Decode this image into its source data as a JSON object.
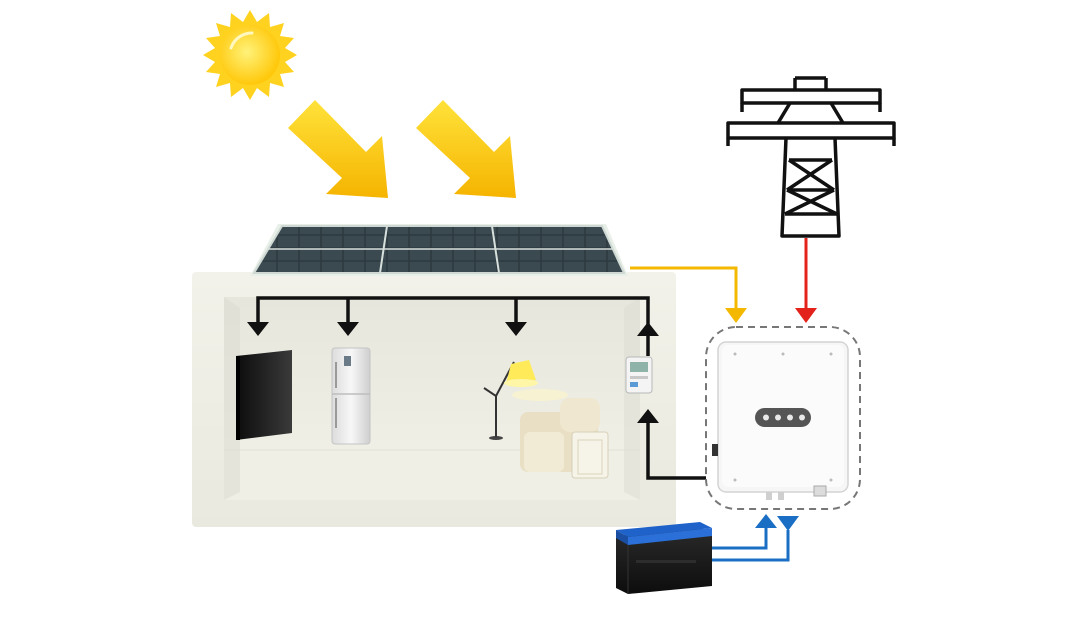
{
  "diagram": {
    "components": [
      {
        "id": "sun",
        "icon": "sun-icon"
      },
      {
        "id": "sunlight",
        "icon": "arrow-icon"
      },
      {
        "id": "solar-panel",
        "icon": "solar-panel-icon"
      },
      {
        "id": "house",
        "icon": "house-icon"
      },
      {
        "id": "tv",
        "icon": "tv-icon"
      },
      {
        "id": "refrigerator",
        "icon": "refrigerator-icon"
      },
      {
        "id": "floor-lamp",
        "icon": "lamp-icon"
      },
      {
        "id": "sofa",
        "icon": "sofa-icon"
      },
      {
        "id": "energy-meter",
        "icon": "meter-icon"
      },
      {
        "id": "hybrid-inverter",
        "icon": "inverter-icon"
      },
      {
        "id": "utility-grid",
        "icon": "power-tower-icon"
      },
      {
        "id": "battery",
        "icon": "battery-icon"
      }
    ],
    "connections": [
      {
        "from": "solar-panel",
        "to": "hybrid-inverter",
        "color": "#f5b800"
      },
      {
        "from": "utility-grid",
        "to": "hybrid-inverter",
        "color": "#e3221b"
      },
      {
        "from": "hybrid-inverter",
        "to": "energy-meter",
        "color": "#111111"
      },
      {
        "from": "energy-meter",
        "to": "tv",
        "color": "#111111"
      },
      {
        "from": "energy-meter",
        "to": "refrigerator",
        "color": "#111111"
      },
      {
        "from": "energy-meter",
        "to": "floor-lamp",
        "color": "#111111"
      },
      {
        "from": "battery",
        "to": "hybrid-inverter",
        "color": "#1a6fc4"
      },
      {
        "from": "hybrid-inverter",
        "to": "battery",
        "color": "#1a6fc4"
      }
    ],
    "colors": {
      "sun": "#ffd21f",
      "sun_arrows": "#f7c600",
      "pv_line": "#f5b800",
      "grid_line": "#e3221b",
      "load_line": "#111111",
      "battery_line": "#1a6fc4",
      "battery_top": "#1f62c9",
      "panel": "#2a3a3f"
    },
    "inverter_display_leds": 4
  }
}
